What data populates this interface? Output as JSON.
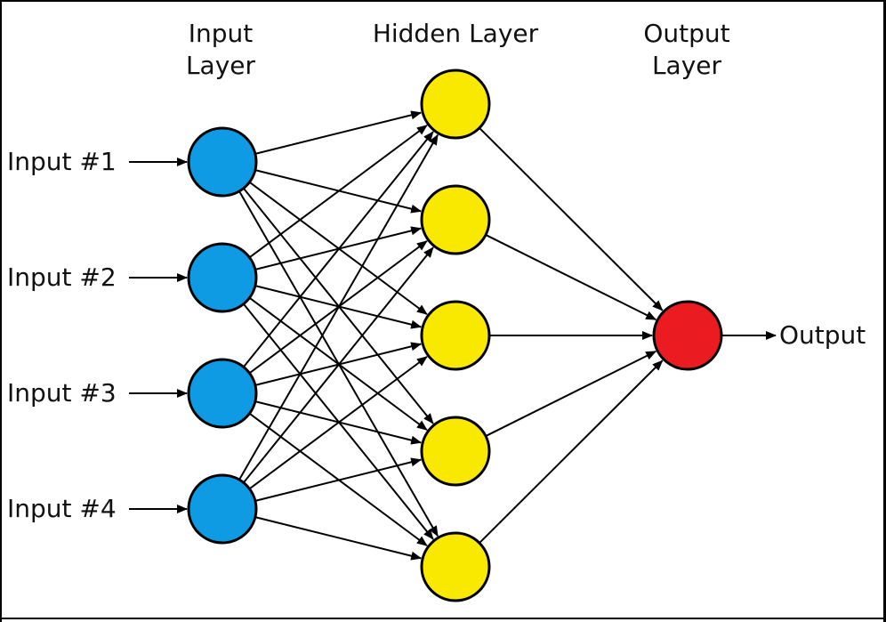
{
  "layers": {
    "input": {
      "heading": [
        "Input",
        "Layer"
      ],
      "color": "#0f9ae4",
      "nodes": 4
    },
    "hidden": {
      "heading": [
        "Hidden Layer"
      ],
      "color": "#f9e800",
      "nodes": 5
    },
    "output": {
      "heading": [
        "Output",
        "Layer"
      ],
      "color": "#ea1c22",
      "nodes": 1
    }
  },
  "input_labels": [
    "Input #1",
    "Input #2",
    "Input #3",
    "Input #4"
  ],
  "output_label": "Output",
  "colors": {
    "stroke": "#000000",
    "text": "#111111",
    "background": "#ffffff"
  }
}
